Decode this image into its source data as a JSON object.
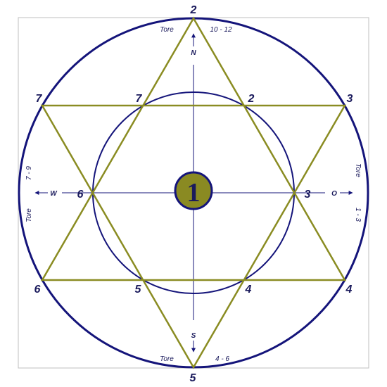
{
  "colors": {
    "navy": "#14147a",
    "olive": "#8a8c22",
    "center_fill": "#8a8a22",
    "text": "#1a1a5c",
    "frame": "#bfbfbf"
  },
  "center": {
    "label": "1"
  },
  "outer_points": {
    "top": "2",
    "upper_left": "7",
    "upper_right": "3",
    "lower_left": "6",
    "lower_right": "4",
    "bottom": "5"
  },
  "inner_points": {
    "upper_left": "7",
    "upper_right": "2",
    "left": "6",
    "right": "3",
    "lower_left": "5",
    "lower_right": "4"
  },
  "directions": {
    "north": "N",
    "south": "S",
    "west": "W",
    "east": "O"
  },
  "arc_labels": {
    "top_left": "Tore",
    "top_right": "10 - 12",
    "left_top": "7 - 9",
    "left_bottom": "Tore",
    "right_top": "Tore",
    "right_bottom": "1 - 3",
    "bottom_left": "Tore",
    "bottom_right": "4 - 6"
  }
}
